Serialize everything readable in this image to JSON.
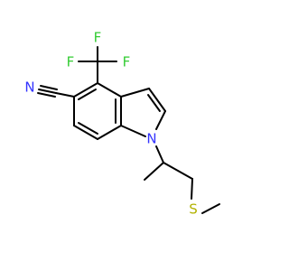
{
  "molecule": {
    "atoms": {
      "F_left": "F",
      "F_top": "F",
      "F_right": "F",
      "N_nitrile": "N",
      "N_indole": "N",
      "S": "S"
    },
    "colors": {
      "F": "#33cc33",
      "N": "#3333ff",
      "S": "#b2b200",
      "bond": "#000000",
      "background": "#ffffff"
    }
  }
}
